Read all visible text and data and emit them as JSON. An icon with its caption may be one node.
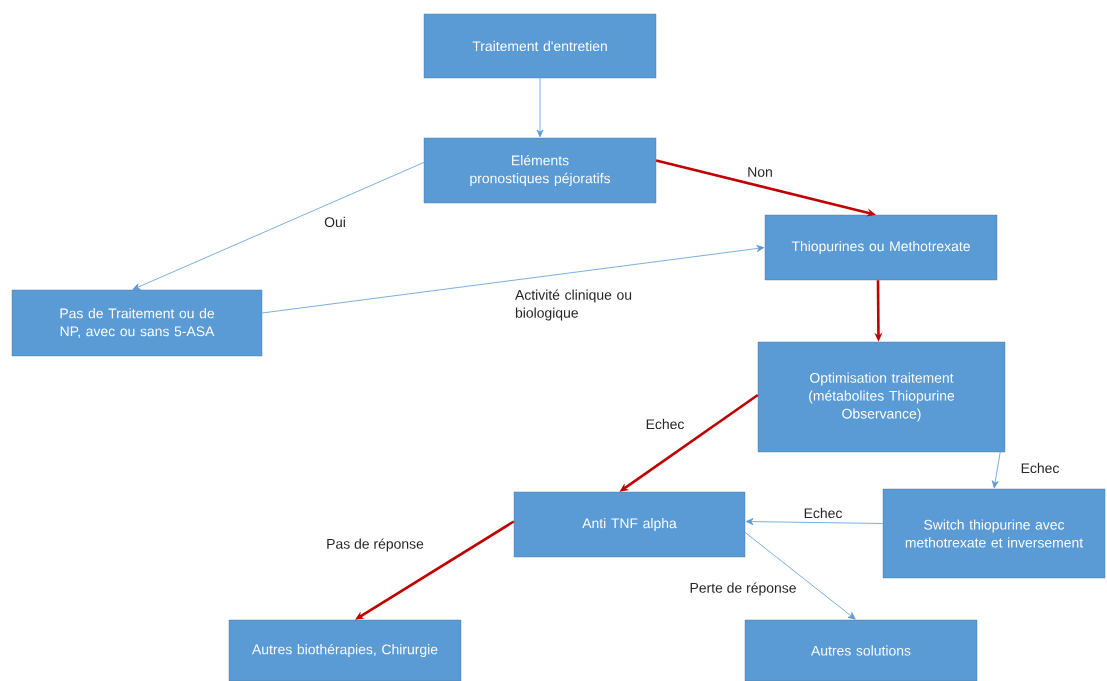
{
  "diagram": {
    "nodes": [
      {
        "text": [
          "Traitement d'entretien"
        ]
      },
      {
        "text": [
          "Eléments pronostiques péjoratifs"
        ]
      },
      {
        "text": [
          "Thiopurines ou Methotrexate"
        ]
      },
      {
        "text": [
          "Pas de Traitement ou de NP, avec ou sans 5-ASA"
        ]
      },
      {
        "text": [
          "Optimisation traitement (métabolites Thiopurine Observance)"
        ]
      },
      {
        "text": [
          "Anti TNF alpha"
        ]
      },
      {
        "text": [
          "Switch thiopurine avec methotrexate et inversement"
        ]
      },
      {
        "text": [
          "Autres biothérapies, Chirurgie"
        ]
      },
      {
        "text": [
          "Autres solutions"
        ]
      }
    ],
    "edges": [
      {
        "from": 0,
        "to": 1,
        "arrow": "to"
      },
      {
        "from": 1,
        "to": 2,
        "arrow": "to",
        "label": "Non",
        "style": "thick",
        "color": "#c00000"
      },
      {
        "from": 1,
        "to": 3,
        "arrow": "to",
        "label": "Oui"
      },
      {
        "from": 3,
        "to": 2,
        "arrow": "to",
        "label": "Activité clinique ou biologique"
      },
      {
        "from": 2,
        "to": 4,
        "arrow": "to",
        "style": "thick",
        "color": "#c00000"
      },
      {
        "from": 4,
        "to": 5,
        "arrow": "to",
        "label": "Echec",
        "style": "thick",
        "color": "#c00000"
      },
      {
        "from": 4,
        "to": 6,
        "arrow": "to",
        "label": "Echec"
      },
      {
        "from": 6,
        "to": 5,
        "arrow": "to",
        "label": "Echec"
      },
      {
        "from": 5,
        "to": 7,
        "arrow": "to",
        "label": "Pas de réponse",
        "style": "thick",
        "color": "#c00000"
      },
      {
        "from": 5,
        "to": 8,
        "arrow": "to",
        "label": "Perte de réponse"
      }
    ]
  }
}
